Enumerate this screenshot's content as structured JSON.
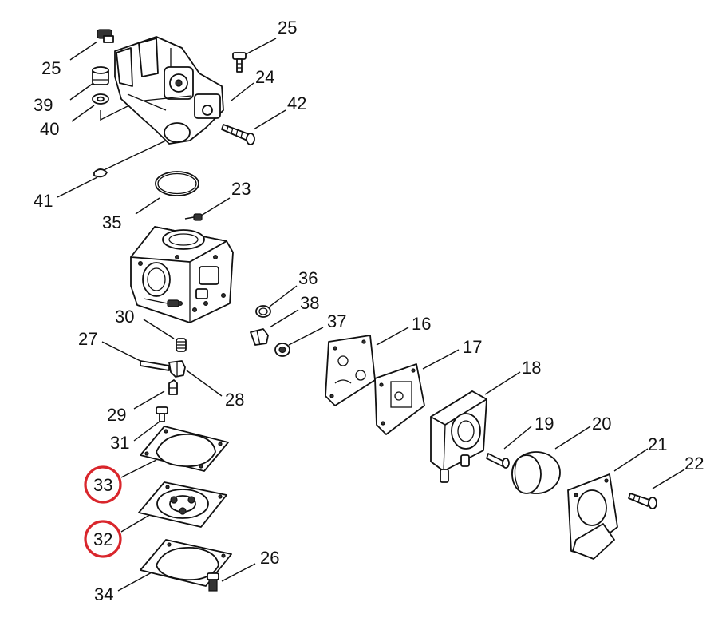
{
  "callouts": [
    {
      "id": "c25a",
      "text": "25"
    },
    {
      "id": "c25b",
      "text": "25"
    },
    {
      "id": "c39",
      "text": "39"
    },
    {
      "id": "c24",
      "text": "24"
    },
    {
      "id": "c40",
      "text": "40"
    },
    {
      "id": "c42",
      "text": "42"
    },
    {
      "id": "c41",
      "text": "41"
    },
    {
      "id": "c23",
      "text": "23"
    },
    {
      "id": "c35",
      "text": "35"
    },
    {
      "id": "c36",
      "text": "36"
    },
    {
      "id": "c38",
      "text": "38"
    },
    {
      "id": "c30",
      "text": "30"
    },
    {
      "id": "c37",
      "text": "37"
    },
    {
      "id": "c16",
      "text": "16"
    },
    {
      "id": "c27",
      "text": "27"
    },
    {
      "id": "c17",
      "text": "17"
    },
    {
      "id": "c18",
      "text": "18"
    },
    {
      "id": "c28",
      "text": "28"
    },
    {
      "id": "c29",
      "text": "29"
    },
    {
      "id": "c19",
      "text": "19"
    },
    {
      "id": "c20",
      "text": "20"
    },
    {
      "id": "c31",
      "text": "31"
    },
    {
      "id": "c21",
      "text": "21"
    },
    {
      "id": "c22",
      "text": "22"
    },
    {
      "id": "c33",
      "text": "33"
    },
    {
      "id": "c32",
      "text": "32"
    },
    {
      "id": "c26",
      "text": "26"
    },
    {
      "id": "c34",
      "text": "34"
    }
  ],
  "highlighted": [
    "33",
    "32"
  ],
  "colors": {
    "line": "#111111",
    "highlight": "#d9262c",
    "background": "#ffffff"
  }
}
